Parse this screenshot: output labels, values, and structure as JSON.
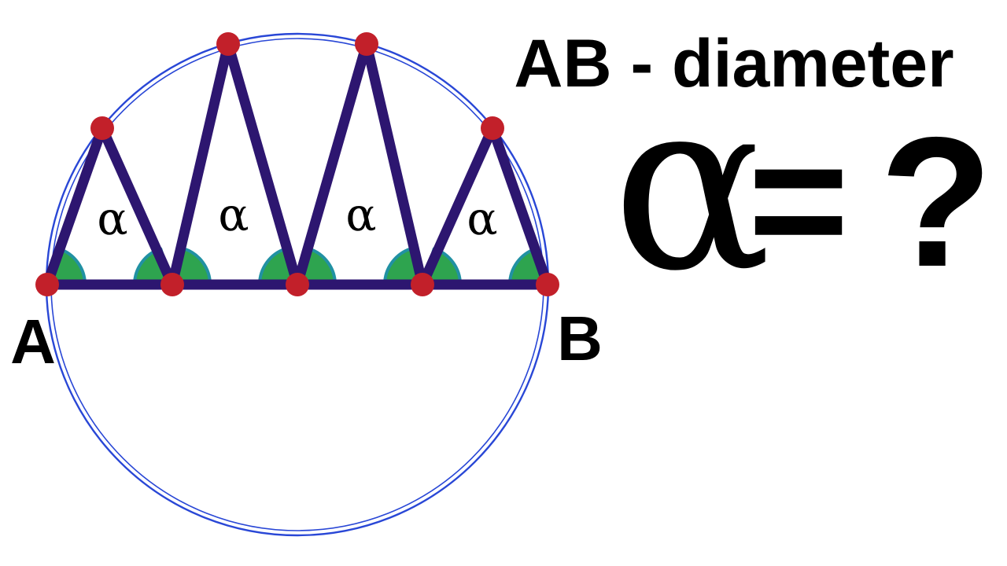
{
  "figure": {
    "caption": "AB - diameter",
    "question": {
      "alpha": "α",
      "equals": "=",
      "mark": "?"
    },
    "labels": {
      "a": "A",
      "b": "B"
    },
    "angle_labels": [
      "α",
      "α",
      "α",
      "α"
    ]
  },
  "colors": {
    "background": "#ffffff",
    "circle-stroke": "#2947d6",
    "chord": "#2d1670",
    "dot": "#c2202a",
    "wedge-fill": "#2ea44f",
    "wedge-stroke": "#2191a3",
    "text": "#000000"
  }
}
